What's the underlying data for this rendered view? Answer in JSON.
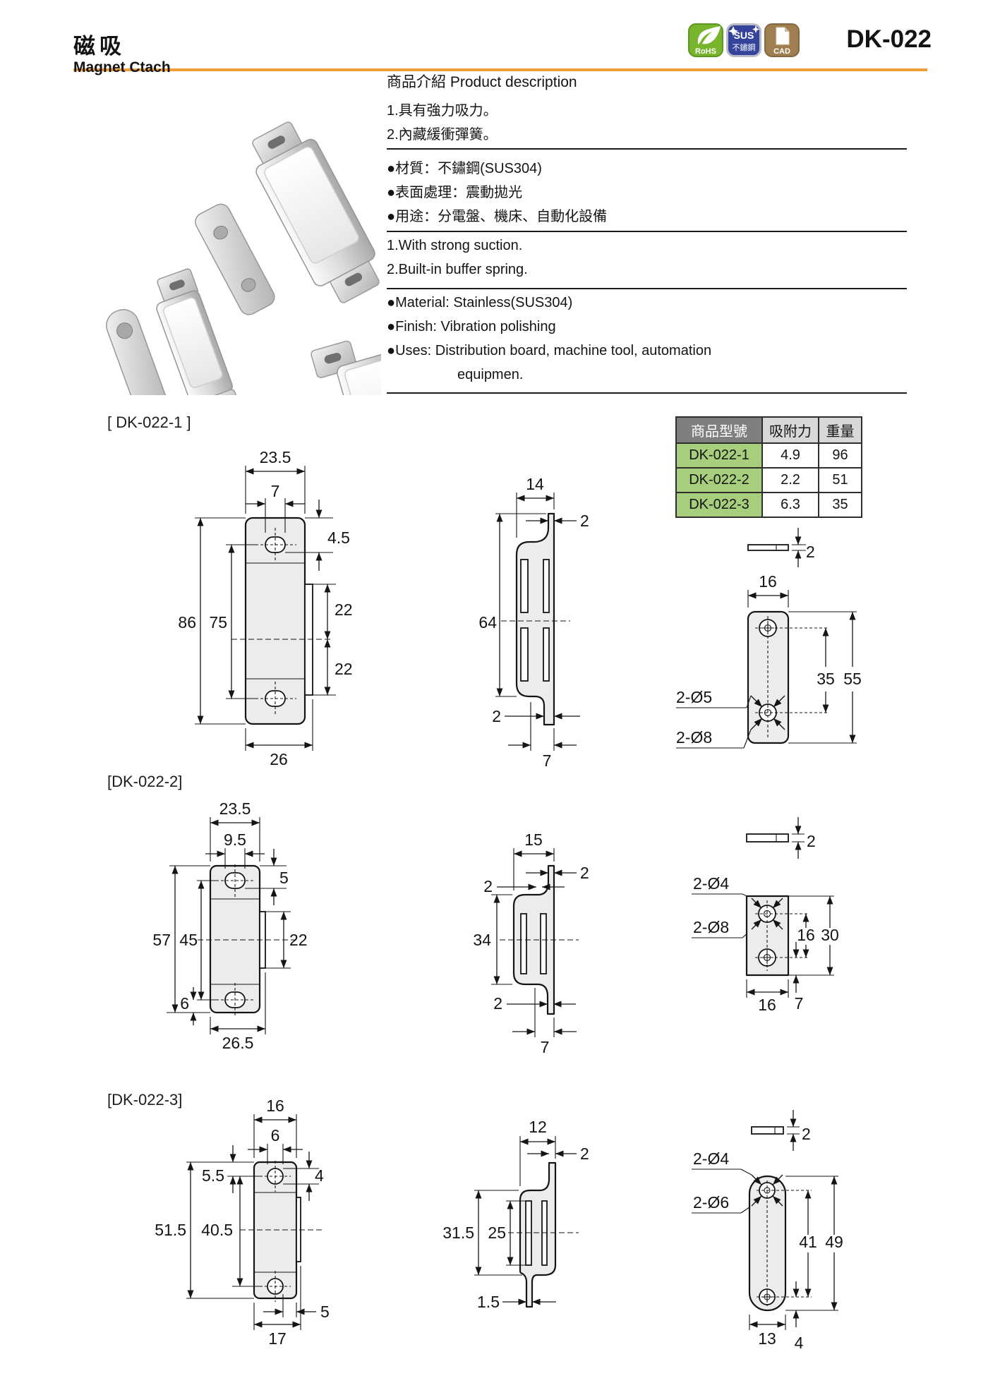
{
  "header": {
    "title": "磁吸",
    "subtitle": "Magnet Ctach",
    "model": "DK-022",
    "badges": {
      "rohs": {
        "label": "RoHS"
      },
      "sus": {
        "label": "SUS",
        "sub": "不鏽鋼"
      },
      "cad": {
        "label": "CAD"
      }
    }
  },
  "description": {
    "heading": "商品介紹 Product description",
    "cjk_points": [
      "1.具有強力吸力。",
      "2.內藏緩衝彈簧。"
    ],
    "cjk_specs": [
      "●材質：不鏽鋼(SUS304)",
      "●表面處理：震動拋光",
      "●用途：分電盤、機床、自動化設備"
    ],
    "en_points": [
      "1.With strong suction.",
      "2.Built-in buffer spring."
    ],
    "en_specs": [
      "●Material: Stainless(SUS304)",
      "●Finish: Vibration polishing",
      "●Uses: Distribution board, machine tool, automation"
    ],
    "en_specs_cont": "equipmen."
  },
  "spec_table": {
    "headers": [
      "商品型號",
      "吸附力",
      "重量"
    ],
    "rows": [
      [
        "DK-022-1",
        "4.9",
        "96"
      ],
      [
        "DK-022-2",
        "2.2",
        "51"
      ],
      [
        "DK-022-3",
        "6.3",
        "35"
      ]
    ]
  },
  "sections": [
    {
      "label": "[ DK-022-1 ]",
      "front": {
        "w": "23.5",
        "slot": "7",
        "top_off": "4.5",
        "tab_u": "22",
        "tab_l": "22",
        "h": "86",
        "span": "75",
        "base": "26"
      },
      "side": {
        "w": "14",
        "lip": "2",
        "h": "64",
        "foot": "2",
        "depth": "7"
      },
      "plate": {
        "t": "2",
        "w": "16",
        "span": "35",
        "h": "55",
        "d_small": "2-Ø5",
        "d_big": "2-Ø8"
      }
    },
    {
      "label": "[DK-022-2]",
      "front": {
        "w": "23.5",
        "slot": "9.5",
        "top_off": "5",
        "tab": "22",
        "h": "57",
        "span": "45",
        "bot_off": "6",
        "base": "26.5"
      },
      "side": {
        "w": "15",
        "lip": "2",
        "bend": "2",
        "h": "34",
        "foot": "2",
        "depth": "7"
      },
      "plate": {
        "t": "2",
        "d_small": "2-Ø4",
        "d_big": "2-Ø8",
        "span": "16",
        "h": "30",
        "w": "16",
        "edge": "7"
      }
    },
    {
      "label": "[DK-022-3]",
      "front": {
        "w": "16",
        "slot": "6",
        "top_off": "5.5",
        "slot_h": "4",
        "h": "51.5",
        "span": "40.5",
        "bot_off": "5",
        "base": "17"
      },
      "side": {
        "w": "12",
        "lip": "2",
        "h": "31.5",
        "slit": "25",
        "foot": "1.5"
      },
      "plate": {
        "t": "2",
        "d_small": "2-Ø4",
        "d_big": "2-Ø6",
        "span": "41",
        "h": "49",
        "w": "13",
        "edge": "4"
      }
    }
  ],
  "colors": {
    "rule": "#ef9f37",
    "table_header_bg": "#7f7f7f",
    "table_header_bg2": "#d8d8d8",
    "model_cell_bg": "#a6ce7d"
  }
}
